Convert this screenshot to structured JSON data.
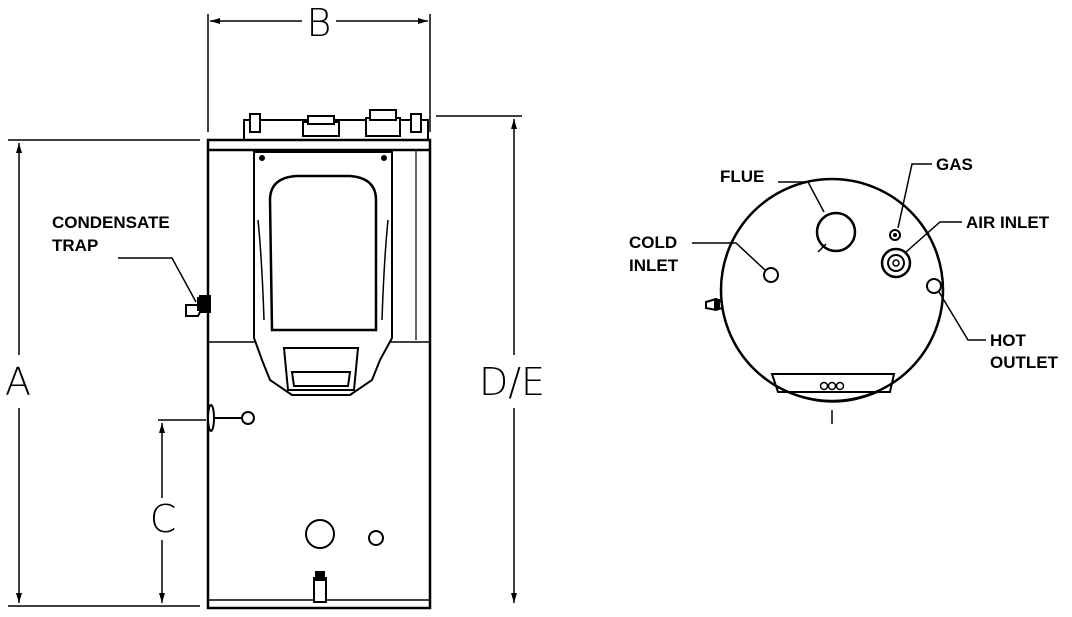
{
  "dimensions": {
    "a": "A",
    "b": "B",
    "c": "C",
    "de": "D/E"
  },
  "labels": {
    "condensate_trap_line1": "CONDENSATE",
    "condensate_trap_line2": "TRAP",
    "flue": "FLUE",
    "gas": "GAS",
    "air_inlet": "AIR INLET",
    "cold_inlet_line1": "COLD",
    "cold_inlet_line2": "INLET",
    "hot_outlet_line1": "HOT",
    "hot_outlet_line2": "OUTLET"
  },
  "colors": {
    "line": "#000000",
    "background": "#ffffff"
  }
}
